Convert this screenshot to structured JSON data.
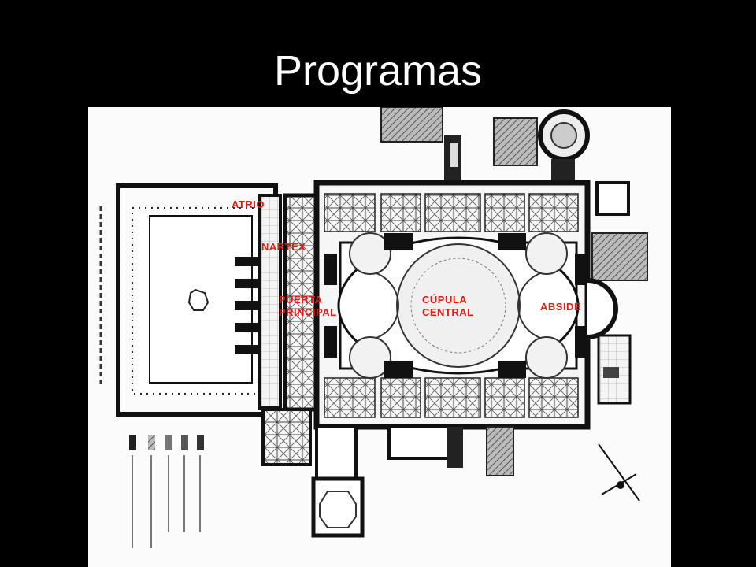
{
  "slide": {
    "title": "Programas"
  },
  "plan": {
    "labels": {
      "atrio": "ATRIO",
      "nartex": "NARTEX",
      "puerta_line1": "PUERTA",
      "puerta_line2": "PRINCIPAL",
      "cupula_line1": "CÚPULA",
      "cupula_line2": "CENTRAL",
      "abside": "ABSIDE"
    },
    "label_color": "#e31b12",
    "background_color": "#000000",
    "title_color": "#ffffff"
  }
}
